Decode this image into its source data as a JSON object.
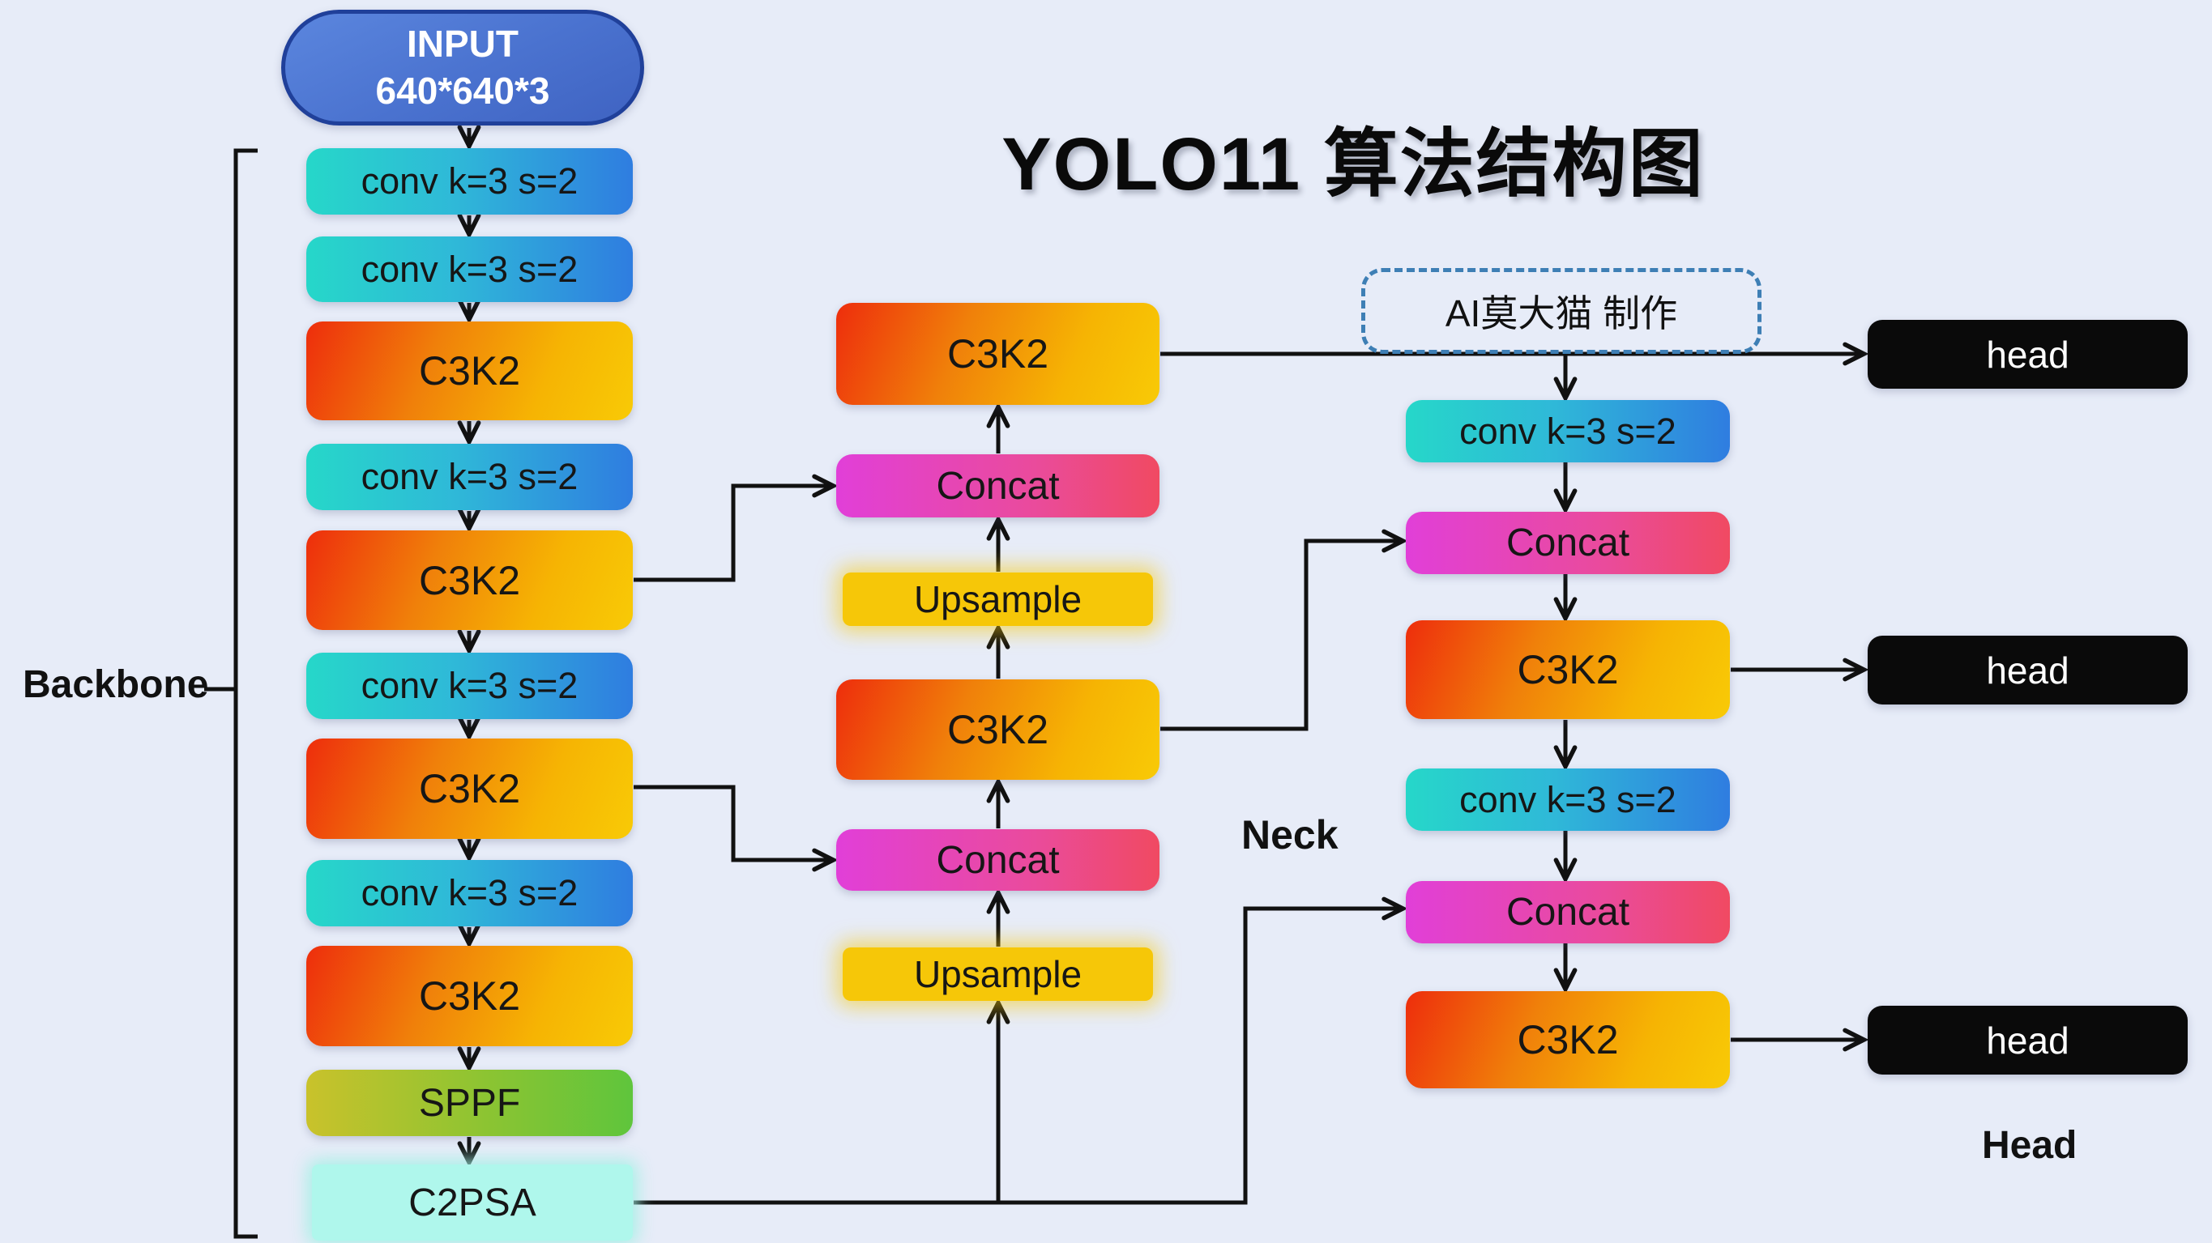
{
  "title": "YOLO11 算法结构图",
  "credit": "AI莫大猫 制作",
  "section_labels": {
    "backbone": "Backbone",
    "neck": "Neck",
    "head": "Head"
  },
  "input_node": {
    "line1": "INPUT",
    "line2": "640*640*3"
  },
  "backbone": [
    "conv k=3 s=2",
    "conv k=3 s=2",
    "C3K2",
    "conv k=3 s=2",
    "C3K2",
    "conv k=3 s=2",
    "C3K2",
    "conv k=3 s=2",
    "C3K2",
    "SPPF",
    "C2PSA"
  ],
  "neck_mid": [
    "C3K2",
    "Concat",
    "Upsample",
    "C3K2",
    "Concat",
    "Upsample"
  ],
  "neck_right": [
    "conv k=3 s=2",
    "Concat",
    "C3K2",
    "conv k=3 s=2",
    "Concat",
    "C3K2"
  ],
  "heads": [
    "head",
    "head",
    "head"
  ],
  "colors": {
    "background": "#e7ecf8",
    "conv_gradient": [
      "#26d7c9",
      "#2f7de0"
    ],
    "c3k2_gradient": [
      "#ee2d0c",
      "#f6b403",
      "#f8ca06"
    ],
    "concat_gradient": [
      "#e13fd8",
      "#f04a62"
    ],
    "upsample": "#f6c708",
    "sppf_gradient": [
      "#c9c22b",
      "#5fc53c"
    ],
    "c2psa": "#aff7ec",
    "input_gradient": [
      "#5b86de",
      "#3f63c2"
    ],
    "input_border": "#20409a",
    "head_bg": "#0a0a0a",
    "dashed_border": "#3e7fb5",
    "wire": "#111111"
  }
}
